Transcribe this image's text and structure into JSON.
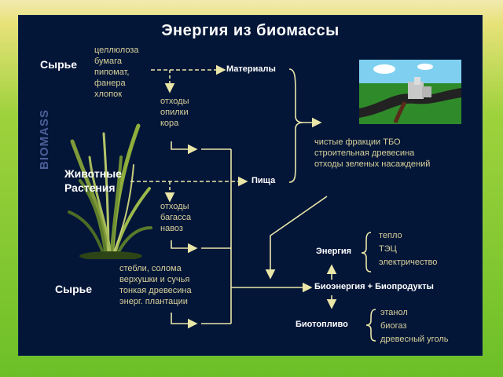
{
  "slide": {
    "title": "Энергия из биомассы",
    "biomass_label": "BIOMASS",
    "raw_top": "Сырье",
    "raw_bottom": "Сырье",
    "sources": [
      "Животные",
      "Растения"
    ],
    "top_list": [
      "целлюлоза",
      "бумага",
      "пипомат,",
      "фанера",
      "хлопок"
    ],
    "waste1": [
      "отходы",
      "опилки",
      "кора"
    ],
    "waste2": [
      "отходы",
      "багасса",
      "навоз"
    ],
    "bottom_list": [
      "стебли, солома",
      "верхушки и сучья",
      "тонкая древесина",
      "энерг. плантации"
    ],
    "materials": "Материалы",
    "food": "Пища",
    "fractions": [
      "чистые фракции ТБО",
      "строительная древесина",
      "отходы зеленых насаждений"
    ],
    "energy": "Энергия",
    "energy_items": [
      "тепло",
      "ТЭЦ",
      "электричество"
    ],
    "bioenergy": "Биоэнергия + Биопродукты",
    "biofuel": "Биотопливо",
    "biofuel_items": [
      "этанол",
      "биогаз",
      "древесный уголь"
    ]
  },
  "colors": {
    "panel": "#031638",
    "arrow": "#e9e6a8",
    "beige_text": "#d8d09a",
    "white_text": "#ffffff"
  }
}
